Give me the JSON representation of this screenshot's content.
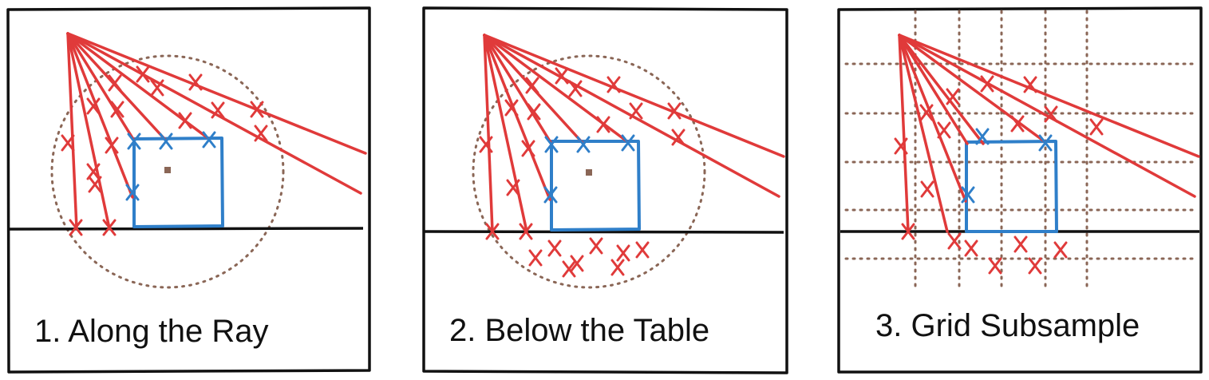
{
  "panels": [
    {
      "caption": "1. Along the Ray"
    },
    {
      "caption": "2. Below the Table"
    },
    {
      "caption": "3. Grid Subsample"
    }
  ],
  "colors": {
    "ray": "#e03a3a",
    "ray_sample_mark": "#e03a3a",
    "object_box": "#2f7fc9",
    "object_sample_mark": "#2f7fc9",
    "sampling_region": "#8a6656",
    "table_line": "#111111",
    "frame": "#111111"
  },
  "icons": {
    "sample_mark": "cross-x-icon",
    "camera_origin": "ray-origin-point",
    "object_center": "square-dot-icon"
  }
}
